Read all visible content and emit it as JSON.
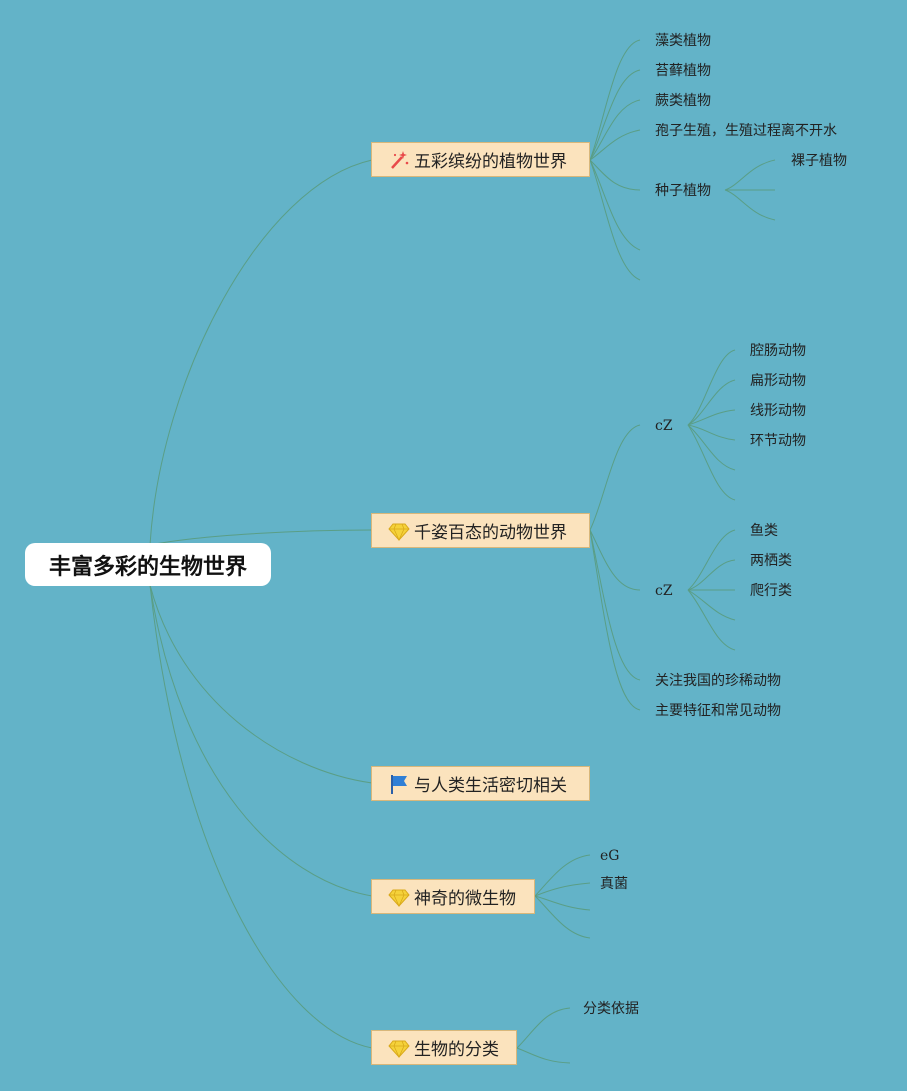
{
  "root": {
    "label": "丰富多彩的生物世界"
  },
  "branches": [
    {
      "label": "五彩缤纷的植物世界",
      "icon": "magic-wand-icon"
    },
    {
      "label": "千姿百态的动物世界",
      "icon": "gem-icon"
    },
    {
      "label": "与人类生活密切相关",
      "icon": "blue-flag-icon"
    },
    {
      "label": "神奇的微生物",
      "icon": "gem-icon"
    },
    {
      "label": "生物的分类",
      "icon": "gem-icon"
    }
  ],
  "plants": {
    "items": [
      "藻类植物",
      "苔藓植物",
      "蕨类植物",
      "孢子生殖，生殖过程离不开水",
      "种子植物"
    ],
    "seed_children": [
      "裸子植物"
    ]
  },
  "animals": {
    "group1_label": "cZ",
    "group1_items": [
      "腔肠动物",
      "扁形动物",
      "线形动物",
      "环节动物"
    ],
    "group2_label": "cZ",
    "group2_items": [
      "鱼类",
      "两栖类",
      "爬行类"
    ],
    "items": [
      "关注我国的珍稀动物",
      "主要特征和常见动物"
    ]
  },
  "microbes": {
    "items": [
      "eG",
      "真菌"
    ]
  },
  "classification": {
    "items": [
      "分类依据"
    ]
  }
}
